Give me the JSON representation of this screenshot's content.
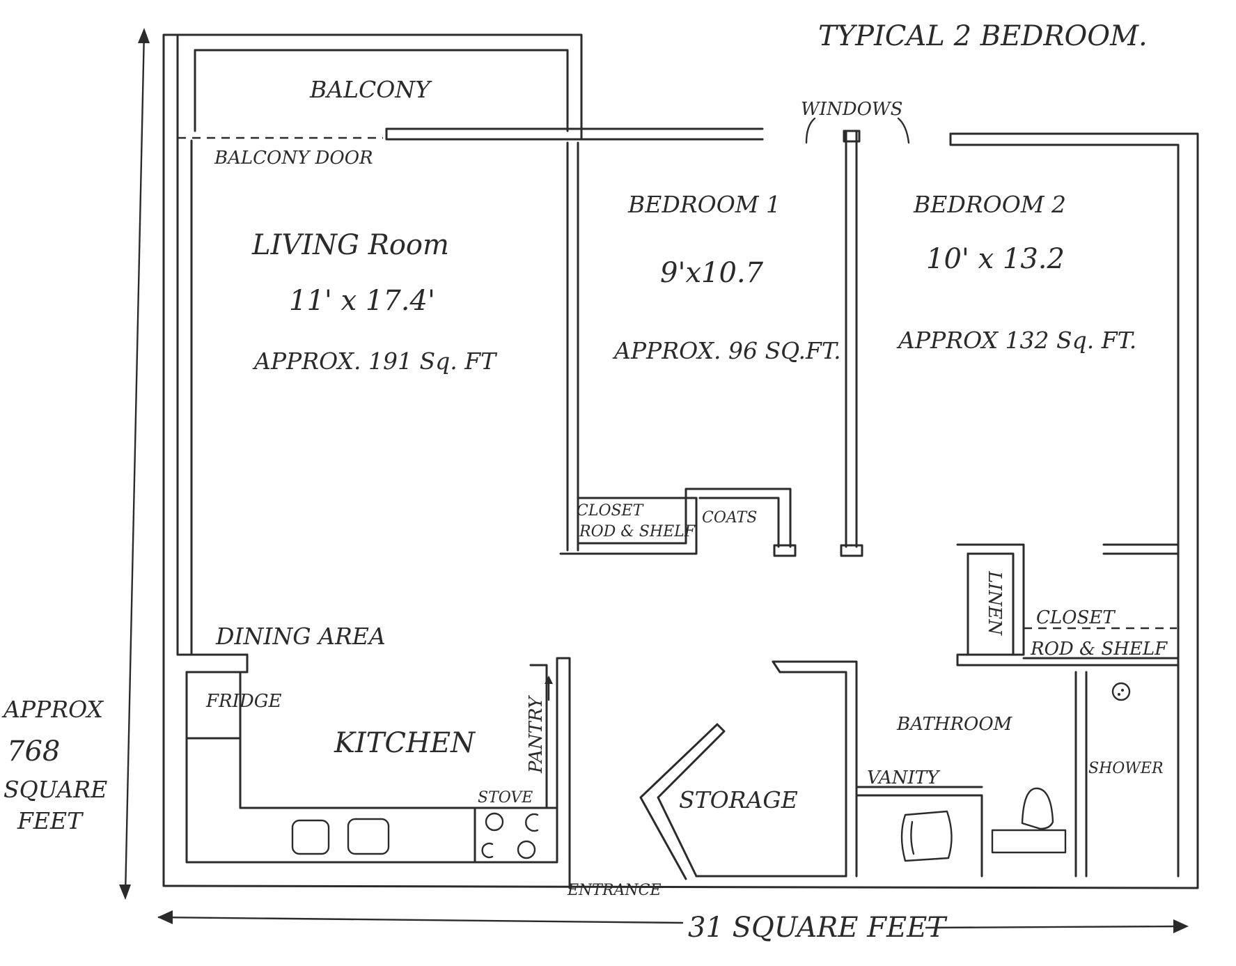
{
  "title": "TYPICAL 2 BEDROOM.",
  "rooms": {
    "balcony": "BALCONY",
    "balcony_door": "BALCONY DOOR",
    "windows": "WINDOWS",
    "living": {
      "name": "LIVING Room",
      "size": "11' x 17.4'",
      "area": "APPROX. 191 Sq. FT"
    },
    "bed1": {
      "name": "BEDROOM 1",
      "size": "9'x10.7",
      "area": "APPROX. 96 SQ.FT."
    },
    "bed2": {
      "name": "BEDROOM 2",
      "size": "10' x 13.2",
      "area": "APPROX 132 Sq. FT."
    },
    "closet1": [
      "CLOSET",
      "ROD & SHELF"
    ],
    "coats": "COATS",
    "linen": "LINEN",
    "closet2": [
      "CLOSET",
      "ROD & SHELF"
    ],
    "dining": "DINING AREA",
    "fridge": "FRIDGE",
    "kitchen": "KITCHEN",
    "pantry": "PANTRY",
    "stove": "STOVE",
    "storage": "STORAGE",
    "bathroom": "BATHROOM",
    "vanity": "VANITY",
    "shower": "SHOWER",
    "entrance": "ENTRANCE"
  },
  "dimensions": {
    "total_lines": [
      "APPROX",
      "768",
      "SQUARE",
      "FEET"
    ],
    "width_label": "31 SQUARE FEET"
  }
}
